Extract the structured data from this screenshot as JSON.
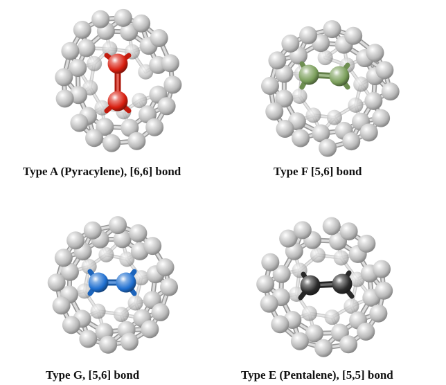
{
  "colors": {
    "carbon_light": "#e4e4e4",
    "carbon_mid": "#b8b8b8",
    "carbon_dark": "#7e7e7e",
    "bond": "#9a9a9a",
    "highlight_red": "#d81e0f",
    "highlight_green": "#7a9e5a",
    "highlight_blue": "#1f6fd0",
    "highlight_black": "#2c2c2c"
  },
  "panels": [
    {
      "id": "a",
      "caption": "Type A (Pyracylene), [6,6] bond",
      "highlight_color": "#d81e0f",
      "orientation": "vertical"
    },
    {
      "id": "f",
      "caption": "Type F [5,6] bond",
      "highlight_color": "#7a9e5a",
      "orientation": "horizontal"
    },
    {
      "id": "g",
      "caption": "Type G, [5,6] bond",
      "highlight_color": "#1f6fd0",
      "orientation": "horizontal"
    },
    {
      "id": "e",
      "caption": "Type E (Pentalene), [5,5] bond",
      "highlight_color": "#2c2c2c",
      "orientation": "horizontal"
    }
  ]
}
